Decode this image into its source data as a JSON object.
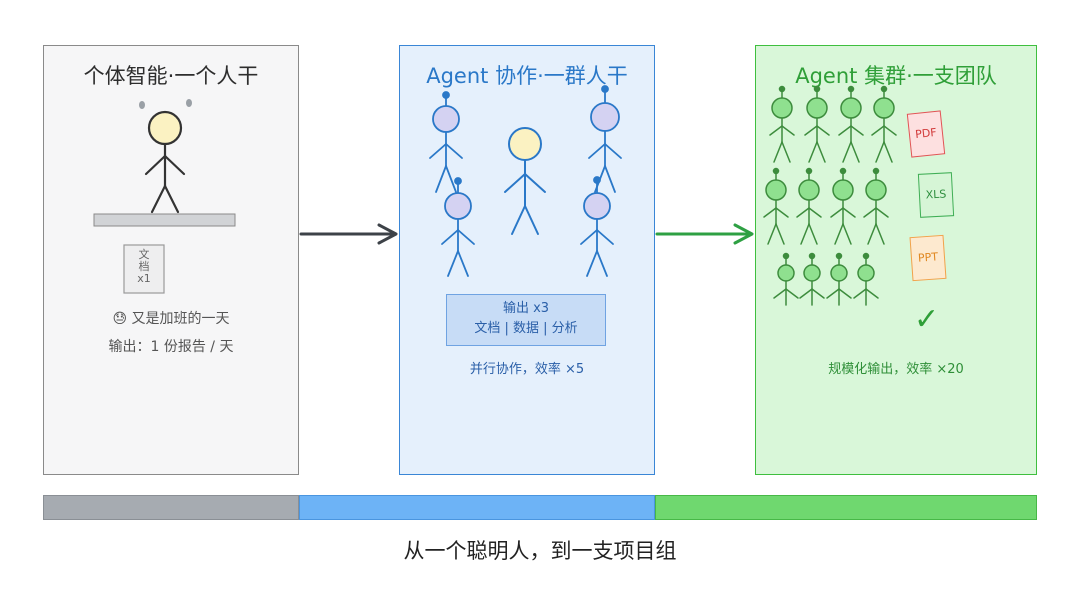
{
  "panels": [
    {
      "title": "个体智能·一个人干",
      "doc_label_top": "文",
      "doc_label_mid": "档",
      "doc_label_bottom": "x1",
      "mood_emoji": "😓",
      "mood_text": "又是加班的一天",
      "output_text": "输出：1 份报告 / 天"
    },
    {
      "title": "Agent 协作·一群人干",
      "output_line1": "输出 x3",
      "output_line2": "文档 | 数据 | 分析",
      "efficiency_text": "并行协作，效率 ×5"
    },
    {
      "title": "Agent 集群·一支团队",
      "files": [
        "PDF",
        "XLS",
        "PPT"
      ],
      "check_mark": "✓",
      "efficiency_text": "规模化输出，效率 ×20"
    }
  ],
  "caption": "从一个聪明人，到一支项目组",
  "colors": {
    "gray": "#8a8a8a",
    "blue": "#3a86d6",
    "green": "#3fbf3f",
    "arrow_dark": "#3d4248",
    "arrow_green": "#2ea043"
  },
  "icons": {
    "arrow_1": "arrow-right-icon",
    "arrow_2": "arrow-right-icon",
    "check": "check-icon"
  }
}
